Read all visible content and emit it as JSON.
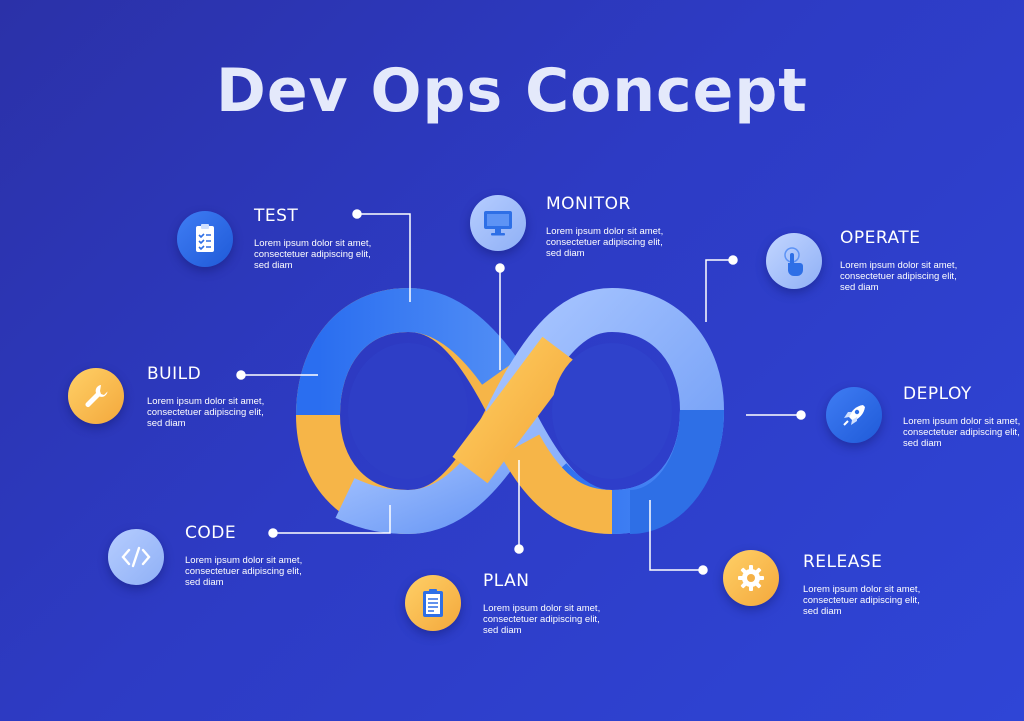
{
  "title": "Dev Ops Concept",
  "colors": {
    "background": "#2d3bc4",
    "blue_light": "#8fb5ff",
    "blue_dark": "#2e73e8",
    "orange": "#f6b548",
    "white": "#ffffff"
  },
  "steps": [
    {
      "key": "test",
      "label": "TEST",
      "desc": "Lorem ipsum dolor sit amet, consectetuer adipiscing elit, sed diam",
      "icon": "clipboard-checklist-icon"
    },
    {
      "key": "monitor",
      "label": "MONITOR",
      "desc": "Lorem ipsum dolor sit amet, consectetuer adipiscing elit, sed diam",
      "icon": "monitor-icon"
    },
    {
      "key": "operate",
      "label": "OPERATE",
      "desc": "Lorem ipsum dolor sit amet, consectetuer adipiscing elit, sed diam",
      "icon": "touch-hand-icon"
    },
    {
      "key": "build",
      "label": "BUILD",
      "desc": "Lorem ipsum dolor sit amet, consectetuer adipiscing elit, sed diam",
      "icon": "wrench-icon"
    },
    {
      "key": "deploy",
      "label": "DEPLOY",
      "desc": "Lorem ipsum dolor sit amet, consectetuer adipiscing elit, sed diam",
      "icon": "rocket-icon"
    },
    {
      "key": "code",
      "label": "CODE",
      "desc": "Lorem ipsum dolor sit amet, consectetuer adipiscing elit, sed diam",
      "icon": "code-brackets-icon"
    },
    {
      "key": "plan",
      "label": "PLAN",
      "desc": "Lorem ipsum dolor sit amet, consectetuer adipiscing elit, sed diam",
      "icon": "clipboard-list-icon"
    },
    {
      "key": "release",
      "label": "RELEASE",
      "desc": "Lorem ipsum dolor sit amet, consectetuer adipiscing elit, sed diam",
      "icon": "gear-icon"
    }
  ]
}
